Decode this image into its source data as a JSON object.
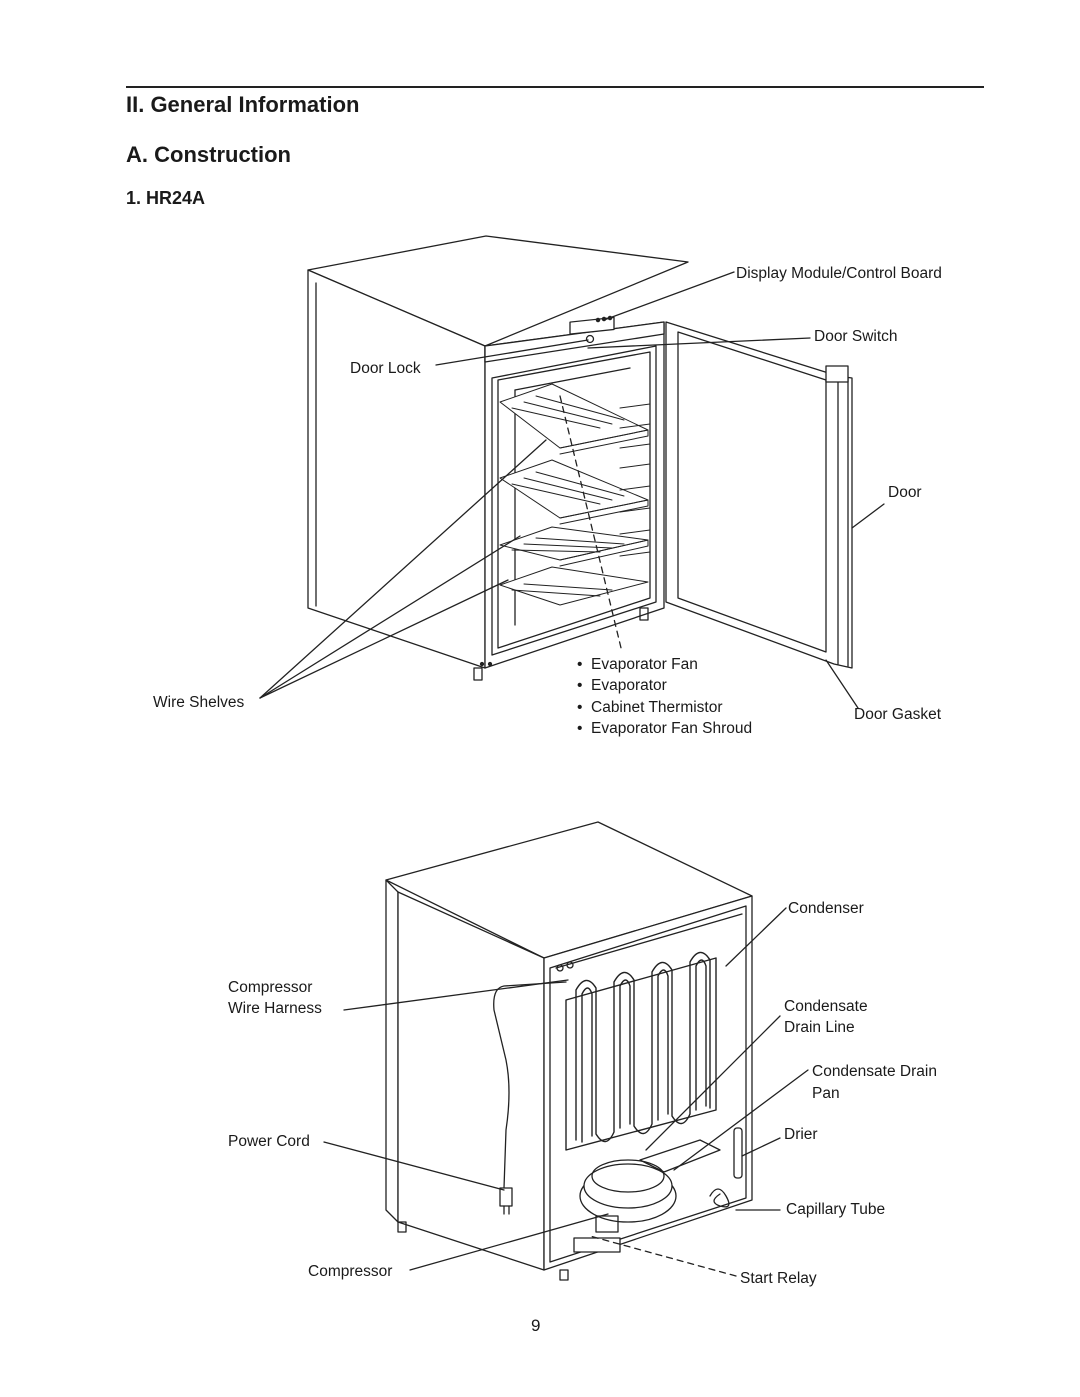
{
  "section": "II. General Information",
  "subsection": "A. Construction",
  "model": "1. HR24A",
  "front_view": {
    "labels": {
      "display_module": "Display Module/Control Board",
      "door_switch": "Door Switch",
      "door_lock": "Door Lock",
      "door": "Door",
      "wire_shelves": "Wire Shelves",
      "door_gasket": "Door Gasket"
    },
    "interior_items": [
      "Evaporator Fan",
      "Evaporator",
      "Cabinet Thermistor",
      "Evaporator Fan Shroud"
    ]
  },
  "rear_view": {
    "labels": {
      "condenser": "Condenser",
      "compressor_wire_harness_1": "Compressor",
      "compressor_wire_harness_2": "Wire Harness",
      "condensate_drain_line_1": "Condensate",
      "condensate_drain_line_2": "Drain Line",
      "condensate_drain_pan_1": "Condensate Drain",
      "condensate_drain_pan_2": "Pan",
      "power_cord": "Power Cord",
      "drier": "Drier",
      "capillary_tube": "Capillary Tube",
      "compressor": "Compressor",
      "start_relay": "Start Relay"
    }
  },
  "page_number": "9"
}
